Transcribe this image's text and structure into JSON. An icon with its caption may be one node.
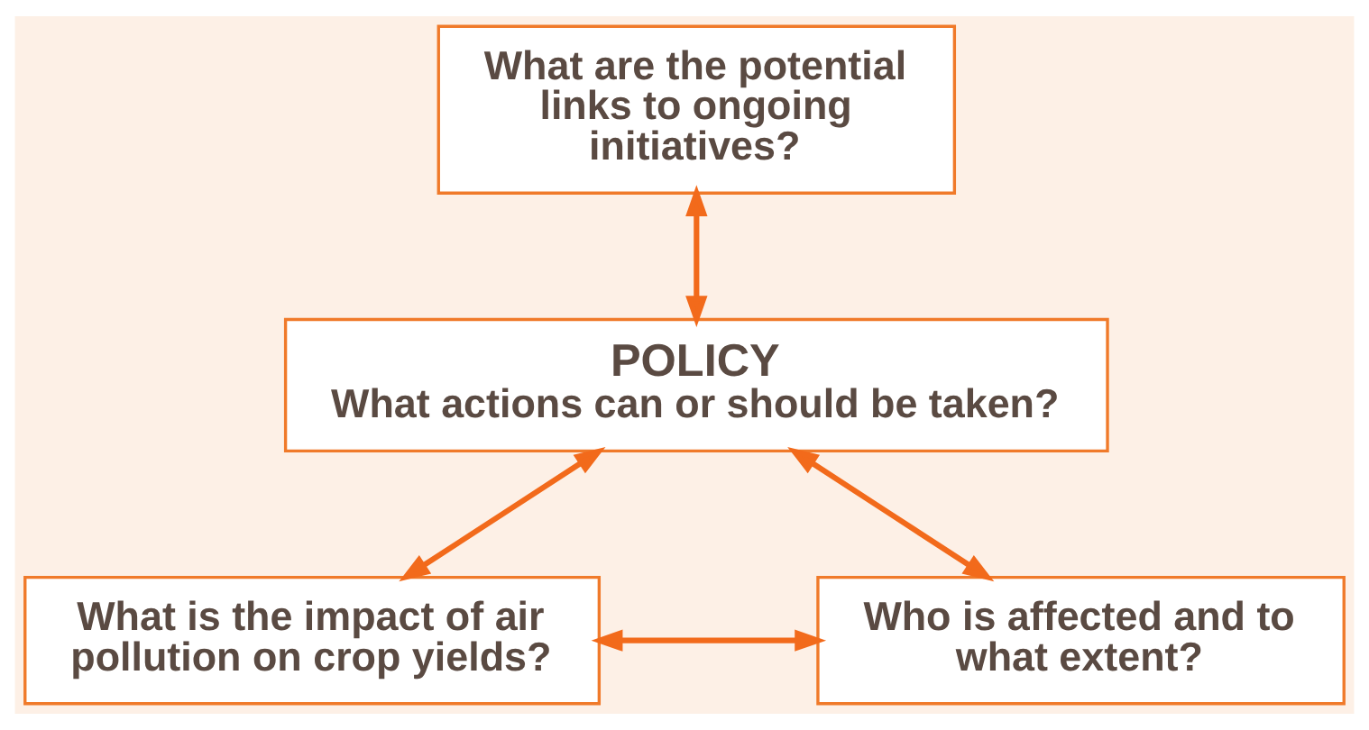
{
  "diagram": {
    "nodes": [
      {
        "text": [
          "What are the potential links to ongoing initiatives?"
        ]
      },
      {
        "text": [
          "POLICY",
          "What actions can or should be taken?"
        ]
      },
      {
        "text": [
          "What is the impact of air pollution on crop yields?"
        ]
      },
      {
        "text": [
          "Who is affected and to what extent?"
        ]
      }
    ],
    "edges": [
      {
        "from": 0,
        "to": 1,
        "arrow": "both"
      },
      {
        "from": 1,
        "to": 2,
        "arrow": "both"
      },
      {
        "from": 1,
        "to": 3,
        "arrow": "both"
      },
      {
        "from": 2,
        "to": 3,
        "arrow": "both"
      }
    ]
  }
}
